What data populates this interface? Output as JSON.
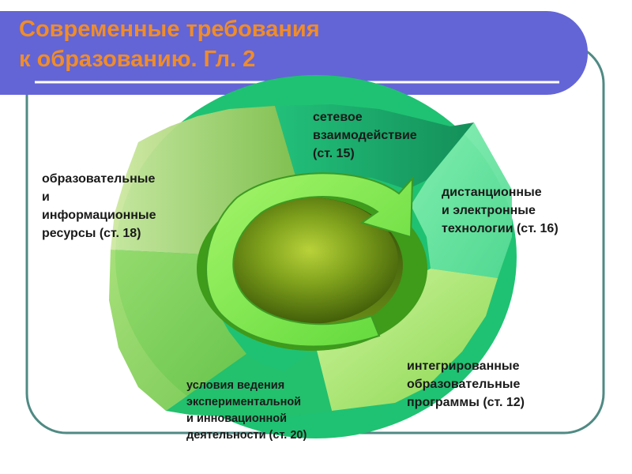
{
  "title": "Современные требования\nк образованию. Гл. 2",
  "colors": {
    "title": "#f08c2a",
    "header_band": "#6365d6",
    "frame": "#4f8a83",
    "ring_green": "#1fc272",
    "center": "#5d8012",
    "arrow": "#88f050"
  },
  "diagram": {
    "center_icon": "circular-arrow-icon",
    "segments": [
      {
        "id": "setevoe",
        "label": "сетевое\nвзаимодействие\n(ст. 15)"
      },
      {
        "id": "distantsionnye",
        "label": "дистанционные\nи электронные\nтехнологии (ст. 16)"
      },
      {
        "id": "integrirovannye",
        "label": "интегрированные\nобразовательные\nпрограммы (ст. 12)"
      },
      {
        "id": "usloviya",
        "label": "условия ведения\nэкспериментальной\nи инновационной\nдеятельности (ст. 20)"
      },
      {
        "id": "resursy",
        "label": "образовательные\nи\nинформационные\nресурсы (ст. 18)"
      }
    ]
  }
}
